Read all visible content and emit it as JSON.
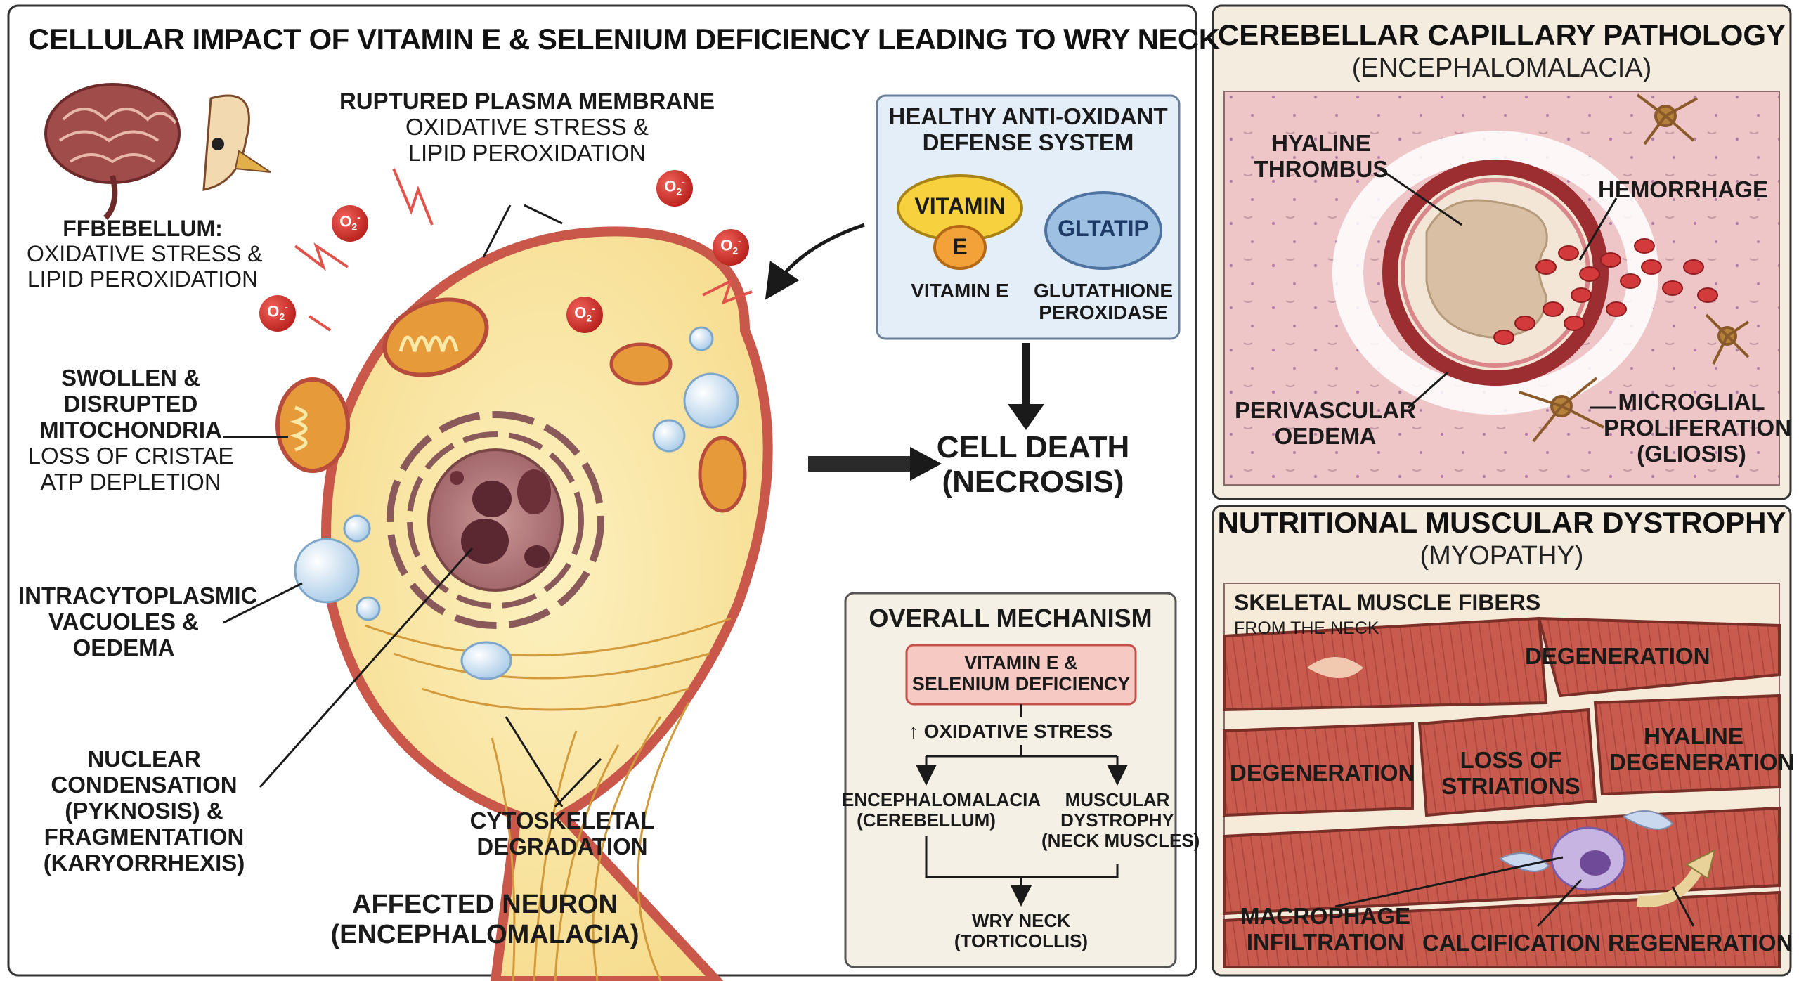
{
  "main": {
    "title": "CELLULAR IMPACT OF VITAMIN E & SELENIUM DEFICIENCY LEADING TO WRY NECK",
    "cerebellum_label": {
      "title": "FFBEBELLUM:",
      "lines": [
        "OXIDATIVE STRESS &",
        "LIPID PEROXIDATION"
      ]
    },
    "membrane_label": {
      "title": "RUPTURED PLASMA MEMBRANE",
      "lines": [
        "OXIDATIVE STRESS &",
        "LIPID PEROXIDATION"
      ]
    },
    "mito_label": {
      "title_lines": [
        "SWOLLEN &",
        "DISRUPTED",
        "MITOCHONDRIA"
      ],
      "lines": [
        "LOSS OF CRISTAE",
        "ATP DEPLETION"
      ]
    },
    "vacuole_label": [
      "INTRACYTOPLASMIC",
      "VACUOLES &",
      "OEDEMA"
    ],
    "nuclear_label": [
      "NUCLEAR",
      "CONDENSATION",
      "(PYKNOSIS) &",
      "FRAGMENTATION",
      "(KARYORRHEXIS)"
    ],
    "cytoskeletal_label": [
      "CYTOSKELETAL",
      "DEGRADATION"
    ],
    "neuron_label": [
      "AFFECTED NEURON",
      "(ENCEPHALOMALACIA)"
    ],
    "cell_death_label": [
      "CELL DEATH",
      "(NECROSIS)"
    ],
    "radical_symbol": "O",
    "radical_super": "2",
    "radical_charge": "-"
  },
  "defense": {
    "title_lines": [
      "HEALTHY ANTI-OXIDANT",
      "DEFENSE SYSTEM"
    ],
    "vitamin_bubble": "VITAMIN",
    "e_bubble": "E",
    "gltatip_bubble": "GLTATIP",
    "vitamin_caption": "VITAMIN E",
    "gpx_caption": [
      "GLUTATHIONE",
      "PEROXIDASE"
    ]
  },
  "mechanism": {
    "title": "OVERALL MECHANISM",
    "box_lines": [
      "VITAMIN E &",
      "SELENIUM DEFICIENCY"
    ],
    "arrow_glyph": "↑",
    "stress": "OXIDATIVE STRESS",
    "left_branch": [
      "ENCEPHALOMALACIA",
      "(CEREBELLUM)"
    ],
    "right_branch": [
      "MUSCULAR",
      "DYSTROPHY",
      "(NECK MUSCLES)"
    ],
    "outcome": [
      "WRY NECK",
      "(TORTICOLLIS)"
    ]
  },
  "capillary": {
    "title": "CEREBELLAR CAPILLARY PATHOLOGY",
    "subtitle": "(ENCEPHALOMALACIA)",
    "hyaline_thrombus": [
      "HYALINE",
      "THROMBUS"
    ],
    "hemorrhage": "HEMORRHAGE",
    "perivascular": [
      "PERIVASCULAR",
      "OEDEMA"
    ],
    "microglial": [
      "MICROGLIAL",
      "PROLIFERATION",
      "(GLIOSIS)"
    ]
  },
  "muscle": {
    "title": "NUTRITIONAL MUSCULAR DYSTROPHY",
    "subtitle": "(MYOPATHY)",
    "fibers_title": "SKELETAL MUSCLE FIBERS",
    "fibers_sub": "FROM THE NECK",
    "degeneration_top": "DEGENERATION",
    "degeneration_left": "DEGENERATION",
    "loss_striations": [
      "LOSS OF",
      "STRIATIONS"
    ],
    "hyaline_degeneration": [
      "HYALINE",
      "DEGENERATION"
    ],
    "macrophage": [
      "MACROPHAGE",
      "INFILTRATION"
    ],
    "calcification": "CALCIFICATION",
    "regeneration": "REGENERATION"
  },
  "colors": {
    "cytoplasm": "#fbe9a8",
    "membrane": "#c9584a",
    "nucleus": "#b77a7a",
    "radical": "#d8322c",
    "panel_bg": "#f3ecdf",
    "tissue": "#efc4c6",
    "muscle": "#c2574c",
    "defense_bg": "#e4eef9"
  }
}
